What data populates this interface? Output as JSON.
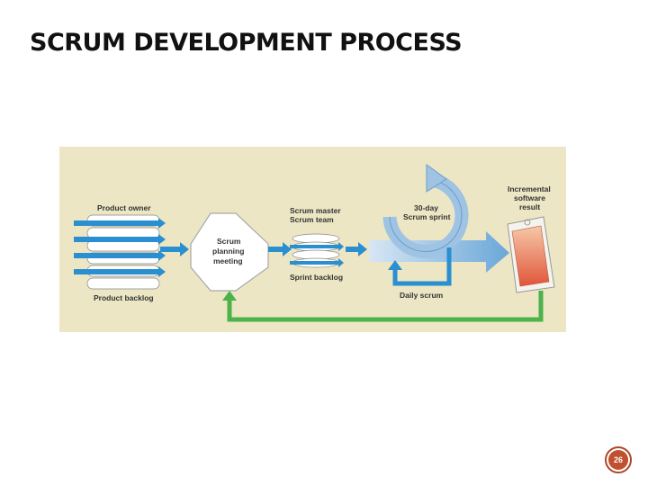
{
  "slide": {
    "title": "SCRUM DEVELOPMENT PROCESS",
    "page_number": "26"
  },
  "diagram": {
    "product_owner": "Product owner",
    "product_backlog": "Product backlog",
    "planning_meeting": [
      "Scrum",
      "planning",
      "meeting"
    ],
    "scrum_team": [
      "Scrum master",
      "Scrum team"
    ],
    "sprint_backlog": "Sprint backlog",
    "sprint": [
      "30-day",
      "Scrum sprint"
    ],
    "daily_scrum": "Daily scrum",
    "result": [
      "Incremental",
      "software",
      "result"
    ]
  },
  "colors": {
    "background": "#ece6c4",
    "flow_arrow": "#2a8fd0",
    "feedback_arrow": "#4cb24a",
    "cycle": "#9fc3e2"
  }
}
